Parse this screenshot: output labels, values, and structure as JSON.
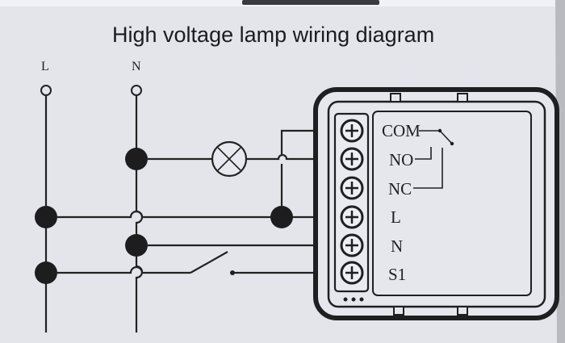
{
  "title": "High voltage lamp wiring diagram",
  "rails": [
    {
      "id": "L",
      "label": "L"
    },
    {
      "id": "N",
      "label": "N"
    }
  ],
  "terminals": [
    {
      "id": "com",
      "label": "COM"
    },
    {
      "id": "no",
      "label": "NO"
    },
    {
      "id": "nc",
      "label": "NC"
    },
    {
      "id": "l",
      "label": "L"
    },
    {
      "id": "n",
      "label": "N"
    },
    {
      "id": "s1",
      "label": "S1"
    }
  ],
  "components": {
    "lamp": "lamp-icon",
    "wall_switch": "switch-icon",
    "relay_contact": "relay-contact-icon"
  },
  "colors": {
    "paper": "#e4e5ea",
    "ink": "#1d1d1f"
  }
}
